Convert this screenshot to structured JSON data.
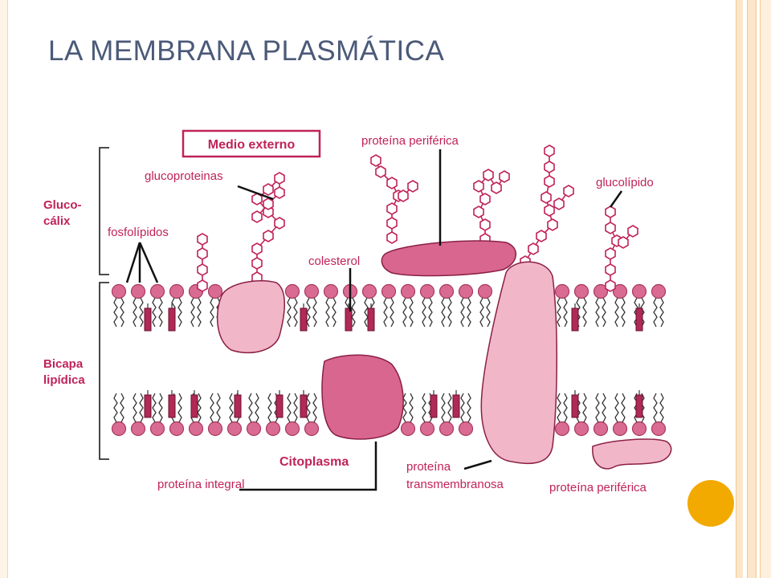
{
  "title": "LA MEMBRANA PLASMÁTICA",
  "colors": {
    "title": "#4b5a78",
    "lipid_head": "#d96b93",
    "lipid_head_stroke": "#a8385f",
    "protein_dark": "#d9668f",
    "protein_light": "#f2b6c9",
    "label": "#c0235a",
    "accent_dot": "#f2a900"
  },
  "diagram": {
    "labels": {
      "medio_externo": "Medio externo",
      "glucoproteinas": "glucoproteinas",
      "proteina_periferica_top": "proteína periférica",
      "glucolipido": "glucolípido",
      "glucocalix_line1": "Gluco-",
      "glucocalix_line2": "cálix",
      "fosfolipidos": "fosfolípidos",
      "colesterol": "colesterol",
      "bicapa_line1": "Bicapa",
      "bicapa_line2": "lipídica",
      "citoplasma": "Citoplasma",
      "proteina_integral": "proteína integral",
      "transmembranosa_line1": "proteína",
      "transmembranosa_line2": "transmembranosa",
      "proteina_periferica_bottom": "proteína periférica"
    }
  }
}
